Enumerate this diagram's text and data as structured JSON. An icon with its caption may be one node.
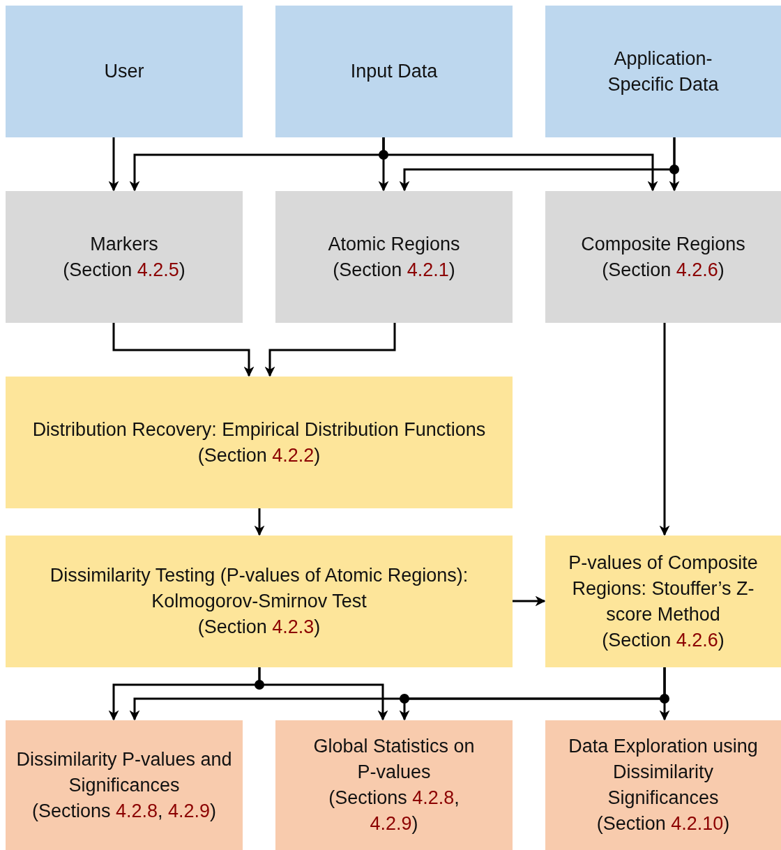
{
  "diagram": {
    "nodes": [
      {
        "text": [
          "User"
        ]
      },
      {
        "text": [
          "Input Data"
        ]
      },
      {
        "text": [
          "Application-Specific Data"
        ]
      },
      {
        "text": [
          "Markers",
          "(Section 4.2.5)"
        ]
      },
      {
        "text": [
          "Atomic Regions",
          "(Section 4.2.1)"
        ]
      },
      {
        "text": [
          "Composite Regions",
          "(Section 4.2.6)"
        ]
      },
      {
        "text": [
          "Distribution Recovery: Empirical Distribution Functions",
          "(Section 4.2.2)"
        ]
      },
      {
        "text": [
          "Dissimilarity Testing (P-values of Atomic Regions): Kolmogorov-Smirnov Test",
          "(Section 4.2.3)"
        ]
      },
      {
        "text": [
          "P-values of Composite Regions: Stouffer’s Z-score Method",
          "(Section 4.2.6)"
        ]
      },
      {
        "text": [
          "Dissimilarity P-values and Significances",
          "(Sections 4.2.8, 4.2.9)"
        ]
      },
      {
        "text": [
          "Global Statistics on P-values",
          "(Sections 4.2.8, 4.2.9)"
        ]
      },
      {
        "text": [
          "Data Exploration using Dissimilarity Significances",
          "(Section 4.2.10)"
        ]
      }
    ],
    "edges": [
      {
        "from": 0,
        "to": 3,
        "arrow": "to"
      },
      {
        "from": 1,
        "to": 3,
        "arrow": "to"
      },
      {
        "from": 1,
        "to": 4,
        "arrow": "to"
      },
      {
        "from": 1,
        "to": 5,
        "arrow": "to"
      },
      {
        "from": 2,
        "to": 5,
        "arrow": "to"
      },
      {
        "from": 2,
        "to": 4,
        "arrow": "to"
      },
      {
        "from": 3,
        "to": 6,
        "arrow": "to"
      },
      {
        "from": 4,
        "to": 6,
        "arrow": "to"
      },
      {
        "from": 5,
        "to": 8,
        "arrow": "to"
      },
      {
        "from": 6,
        "to": 7,
        "arrow": "to"
      },
      {
        "from": 7,
        "to": 8,
        "arrow": "to"
      },
      {
        "from": 7,
        "to": 9,
        "arrow": "to"
      },
      {
        "from": 7,
        "to": 10,
        "arrow": "to"
      },
      {
        "from": 8,
        "to": 11,
        "arrow": "to"
      },
      {
        "from": 8,
        "to": 10,
        "arrow": "to"
      },
      {
        "from": 8,
        "to": 9,
        "arrow": "to"
      }
    ]
  }
}
